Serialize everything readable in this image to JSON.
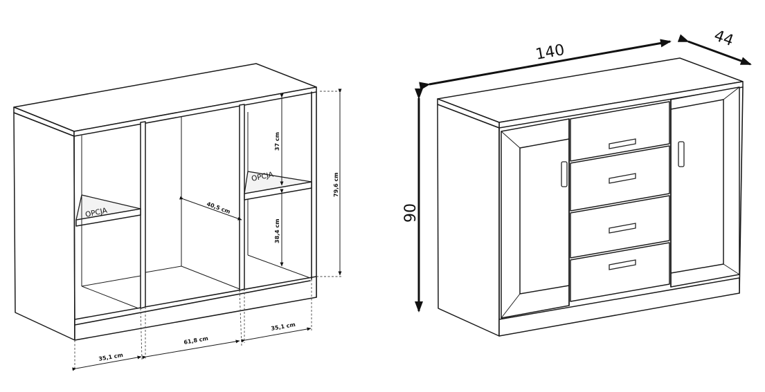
{
  "left_view": {
    "dimensions": {
      "top_compartment_height": "37 cm",
      "bottom_compartment_height": "38,4 cm",
      "middle_depth": "40,5 cm",
      "total_height": "79,6 cm",
      "left_width": "35,1 cm",
      "middle_width": "61,8 cm",
      "right_width": "35,1 cm"
    },
    "option_labels": [
      "OPCJA",
      "OPCJA"
    ]
  },
  "right_view": {
    "dimensions": {
      "width": "140",
      "depth": "44",
      "height": "90"
    }
  },
  "colors": {
    "line": "#1a1a1a",
    "background": "#ffffff"
  }
}
